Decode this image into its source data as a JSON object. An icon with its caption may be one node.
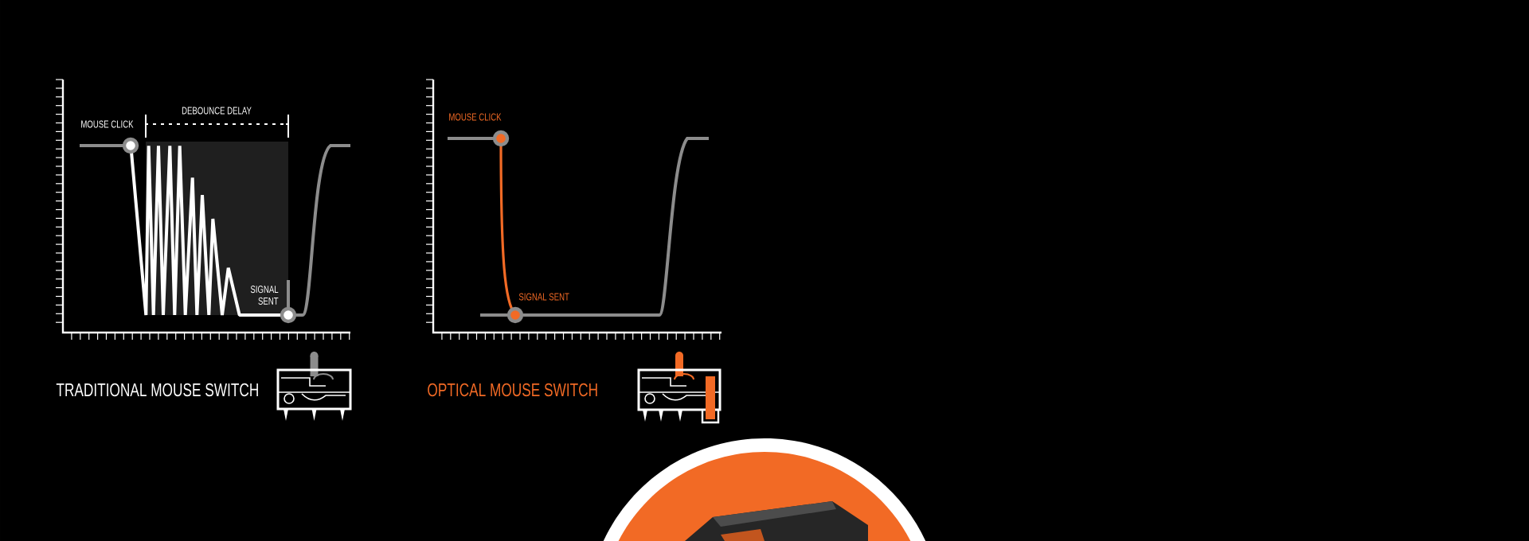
{
  "diagram": {
    "labels": [
      "DEBOUNCE DELAY",
      "MOUSE CLICK",
      "SIGNAL SENT",
      "TRADITIONAL MOUSE SWITCH",
      "MOUSE CLICK",
      "SIGNAL SENT",
      "OPTICAL MOUSE SWITCH"
    ]
  }
}
